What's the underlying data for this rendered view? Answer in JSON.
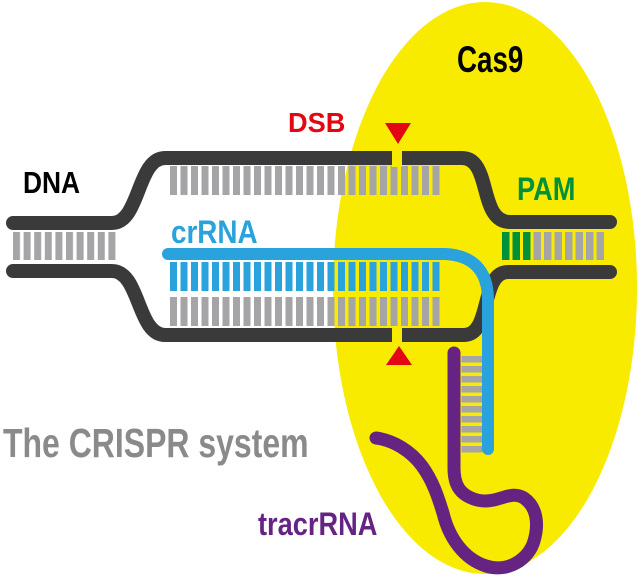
{
  "figure": {
    "title": "The CRISPR system",
    "labels": {
      "dna": "DNA",
      "dsb": "DSB",
      "cas9": "Cas9",
      "pam": "PAM",
      "crrna": "crRNA",
      "tracrrna": "tracrRNA"
    },
    "colors": {
      "cas9_body_yellow": "#F8EB00",
      "dna_strand_dark": "#3A3A3A",
      "base_pair_gray": "#A5A5A8",
      "crrna_blue": "#2AA2DB",
      "pam_green": "#00913A",
      "dsb_red": "#E30613",
      "tracrrna_purple": "#662482",
      "title_gray": "#8A8A8A",
      "background": "#FFFFFF"
    }
  }
}
